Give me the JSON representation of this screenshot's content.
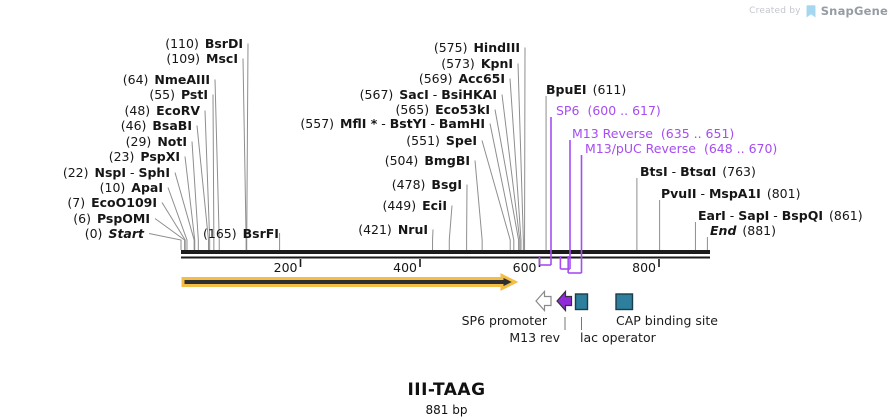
{
  "watermark": {
    "created_by": "Created by",
    "brand": "SnapGene"
  },
  "footer": {
    "title": "III-TAAG",
    "length": "881 bp"
  },
  "ruler": {
    "ticks": [
      200,
      400,
      600,
      800
    ],
    "length_bp": 881
  },
  "sites": {
    "left": [
      {
        "pos": "(110)",
        "names": [
          "BsrDI"
        ],
        "bp": 110
      },
      {
        "pos": "(109)",
        "names": [
          "MscI"
        ],
        "bp": 109
      },
      {
        "pos": "(64)",
        "names": [
          "NmeAIII"
        ],
        "bp": 64
      },
      {
        "pos": "(55)",
        "names": [
          "PstI"
        ],
        "bp": 55
      },
      {
        "pos": "(48)",
        "names": [
          "EcoRV"
        ],
        "bp": 48
      },
      {
        "pos": "(46)",
        "names": [
          "BsaBI"
        ],
        "bp": 46
      },
      {
        "pos": "(29)",
        "names": [
          "NotI"
        ],
        "bp": 29
      },
      {
        "pos": "(23)",
        "names": [
          "PspXI"
        ],
        "bp": 23
      },
      {
        "pos": "(22)",
        "names": [
          "NspI",
          "SphI"
        ],
        "bp": 22
      },
      {
        "pos": "(10)",
        "names": [
          "ApaI"
        ],
        "bp": 10
      },
      {
        "pos": "(7)",
        "names": [
          "EcoO109I"
        ],
        "bp": 7
      },
      {
        "pos": "(6)",
        "names": [
          "PspOMI"
        ],
        "bp": 6
      },
      {
        "pos": "(0)",
        "names": [
          "Start"
        ],
        "bp": 0,
        "italic": true
      },
      {
        "pos": "(165)",
        "names": [
          "BsrFI"
        ],
        "bp": 165
      }
    ],
    "middle": [
      {
        "pos": "(575)",
        "names": [
          "HindIII"
        ],
        "bp": 575
      },
      {
        "pos": "(573)",
        "names": [
          "KpnI"
        ],
        "bp": 573
      },
      {
        "pos": "(569)",
        "names": [
          "Acc65I"
        ],
        "bp": 569
      },
      {
        "pos": "(567)",
        "names": [
          "SacI",
          "BsiHKAI"
        ],
        "bp": 567
      },
      {
        "pos": "(565)",
        "names": [
          "Eco53kI"
        ],
        "bp": 565
      },
      {
        "pos": "(557)",
        "names": [
          "MflI *",
          "BstYI",
          "BamHI"
        ],
        "bp": 557
      },
      {
        "pos": "(551)",
        "names": [
          "SpeI"
        ],
        "bp": 551
      },
      {
        "pos": "(504)",
        "names": [
          "BmgBI"
        ],
        "bp": 504
      },
      {
        "pos": "(478)",
        "names": [
          "BsgI"
        ],
        "bp": 478
      },
      {
        "pos": "(449)",
        "names": [
          "EciI"
        ],
        "bp": 449
      },
      {
        "pos": "(421)",
        "names": [
          "NruI"
        ],
        "bp": 421
      }
    ],
    "right": [
      {
        "names": [
          "BpuEI"
        ],
        "pos": "(611)",
        "bp": 611
      },
      {
        "names": [
          "BtsI",
          "BtsαI"
        ],
        "pos": "(763)",
        "bp": 763
      },
      {
        "names": [
          "PvuII",
          "MspA1I"
        ],
        "pos": "(801)",
        "bp": 801
      },
      {
        "names": [
          "EarI",
          "SapI",
          "BspQI"
        ],
        "pos": "(861)",
        "bp": 861
      },
      {
        "names": [
          "End"
        ],
        "pos": "(881)",
        "bp": 881,
        "italic": true
      }
    ]
  },
  "primers": [
    {
      "name": "SP6",
      "range": "(600 .. 617)",
      "start": 600,
      "end": 617
    },
    {
      "name": "M13 Reverse",
      "range": "(635 .. 651)",
      "start": 635,
      "end": 651
    },
    {
      "name": "M13/pUC Reverse",
      "range": "(648 .. 670)",
      "start": 648,
      "end": 670
    }
  ],
  "features": [
    {
      "label": "SP6 promoter",
      "shape": "arrow-left",
      "fill": "#ffffff"
    },
    {
      "label": "M13 rev",
      "shape": "arrow-left",
      "fill": "#8F2BD8"
    },
    {
      "label": "lac operator",
      "shape": "box",
      "fill": "#2D7F9D"
    },
    {
      "label": "CAP binding site",
      "shape": "box",
      "fill": "#2D7F9D"
    }
  ],
  "colors": {
    "primer_purple": "#A64CF1",
    "leader_gray": "#8e8e8e",
    "sequence_black": "#1b1b1b",
    "orf_yellow": "#F2BE45",
    "feature_teal": "#2D7F9D",
    "m13_purple": "#8F2BD8",
    "watermark_blue": "#a5d8f0"
  }
}
